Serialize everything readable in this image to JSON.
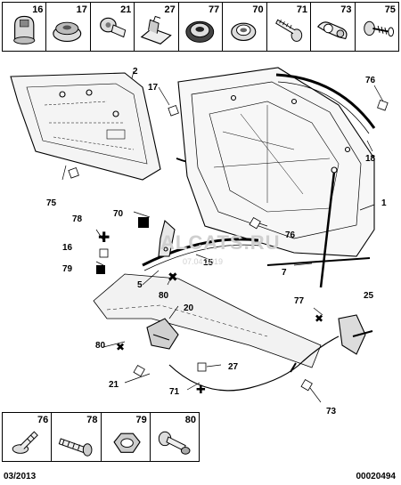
{
  "top_parts": [
    {
      "number": "16",
      "icon": "rubber-bump-stop-icon"
    },
    {
      "number": "17",
      "icon": "grommet-icon"
    },
    {
      "number": "21",
      "icon": "push-rivet-icon"
    },
    {
      "number": "27",
      "icon": "clip-nut-icon"
    },
    {
      "number": "77",
      "icon": "washer-grommet-icon"
    },
    {
      "number": "70",
      "icon": "square-clip-icon"
    },
    {
      "number": "71",
      "icon": "screw-icon"
    },
    {
      "number": "73",
      "icon": "cable-clip-icon"
    },
    {
      "number": "75",
      "icon": "fir-tree-clip-icon"
    }
  ],
  "bottom_parts": [
    {
      "number": "76",
      "icon": "plastic-rivet-icon"
    },
    {
      "number": "78",
      "icon": "screw-icon"
    },
    {
      "number": "79",
      "icon": "hex-nut-icon"
    },
    {
      "number": "80",
      "icon": "bolt-washer-icon"
    }
  ],
  "callouts": {
    "c2": "2",
    "c17": "17",
    "c76a": "76",
    "c18": "18",
    "c1": "1",
    "c75": "75",
    "c70": "70",
    "c78": "78",
    "c16": "16",
    "c79": "79",
    "c76b": "76",
    "c15": "15",
    "c7": "7",
    "c5": "5",
    "c80a": "80",
    "c20": "20",
    "c77": "77",
    "c25": "25",
    "c80b": "80",
    "c27": "27",
    "c21": "21",
    "c71": "71",
    "c73": "73"
  },
  "watermark": "ALCATS.RU",
  "watermark_sub": "07.04.2019",
  "footer": {
    "date": "03/2013",
    "ref": "00020494"
  }
}
